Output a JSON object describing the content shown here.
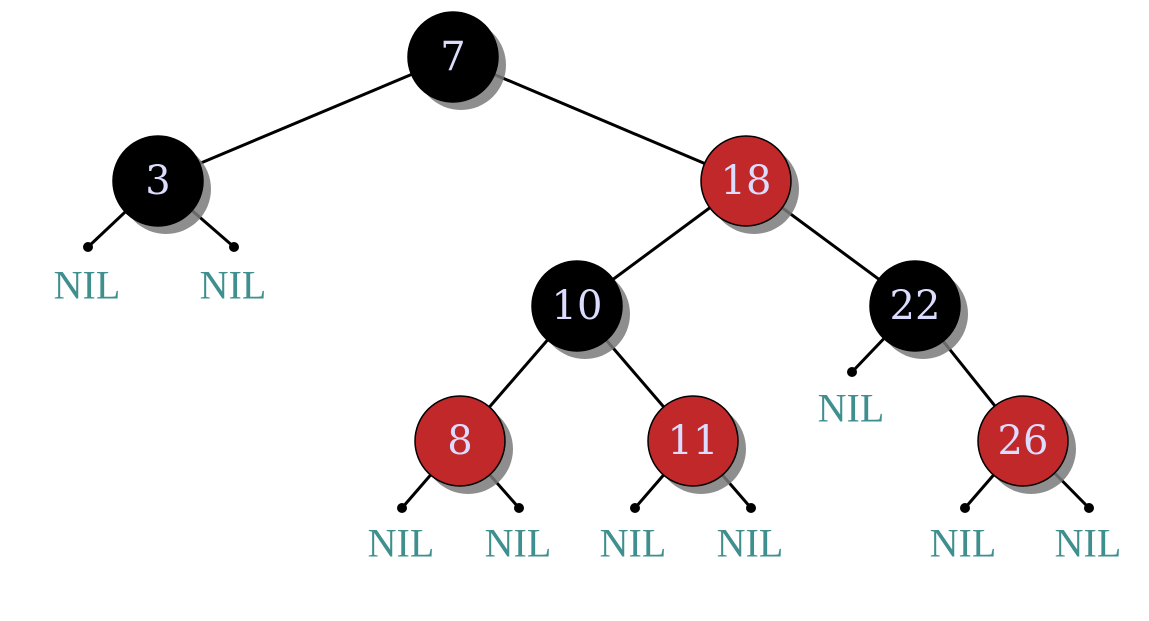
{
  "colors": {
    "black_node": "#000000",
    "red_node": "#c0282a",
    "node_text": "#dcdcff",
    "nil_text": "#3f8f8f",
    "edge": "#000000",
    "shadow": "#7a7a7a"
  },
  "tree": {
    "nodes": [
      {
        "id": "n7",
        "label": "7",
        "color": "black"
      },
      {
        "id": "n3",
        "label": "3",
        "color": "black"
      },
      {
        "id": "n18",
        "label": "18",
        "color": "red"
      },
      {
        "id": "n10",
        "label": "10",
        "color": "black"
      },
      {
        "id": "n22",
        "label": "22",
        "color": "black"
      },
      {
        "id": "n8",
        "label": "8",
        "color": "red"
      },
      {
        "id": "n11",
        "label": "11",
        "color": "red"
      },
      {
        "id": "n26",
        "label": "26",
        "color": "red"
      }
    ],
    "nil_leaves": [
      {
        "id": "nil-3-left",
        "parent": "n3",
        "label": "NIL"
      },
      {
        "id": "nil-3-right",
        "parent": "n3",
        "label": "NIL"
      },
      {
        "id": "nil-22-left",
        "parent": "n22",
        "label": "NIL"
      },
      {
        "id": "nil-8-left",
        "parent": "n8",
        "label": "NIL"
      },
      {
        "id": "nil-8-right",
        "parent": "n8",
        "label": "NIL"
      },
      {
        "id": "nil-11-left",
        "parent": "n11",
        "label": "NIL"
      },
      {
        "id": "nil-11-right",
        "parent": "n11",
        "label": "NIL"
      },
      {
        "id": "nil-26-left",
        "parent": "n26",
        "label": "NIL"
      },
      {
        "id": "nil-26-right",
        "parent": "n26",
        "label": "NIL"
      }
    ],
    "edges": [
      {
        "from": "n7",
        "to": "n3"
      },
      {
        "from": "n7",
        "to": "n18"
      },
      {
        "from": "n18",
        "to": "n10"
      },
      {
        "from": "n18",
        "to": "n22"
      },
      {
        "from": "n10",
        "to": "n8"
      },
      {
        "from": "n10",
        "to": "n11"
      },
      {
        "from": "n22",
        "to": "n26"
      }
    ]
  }
}
